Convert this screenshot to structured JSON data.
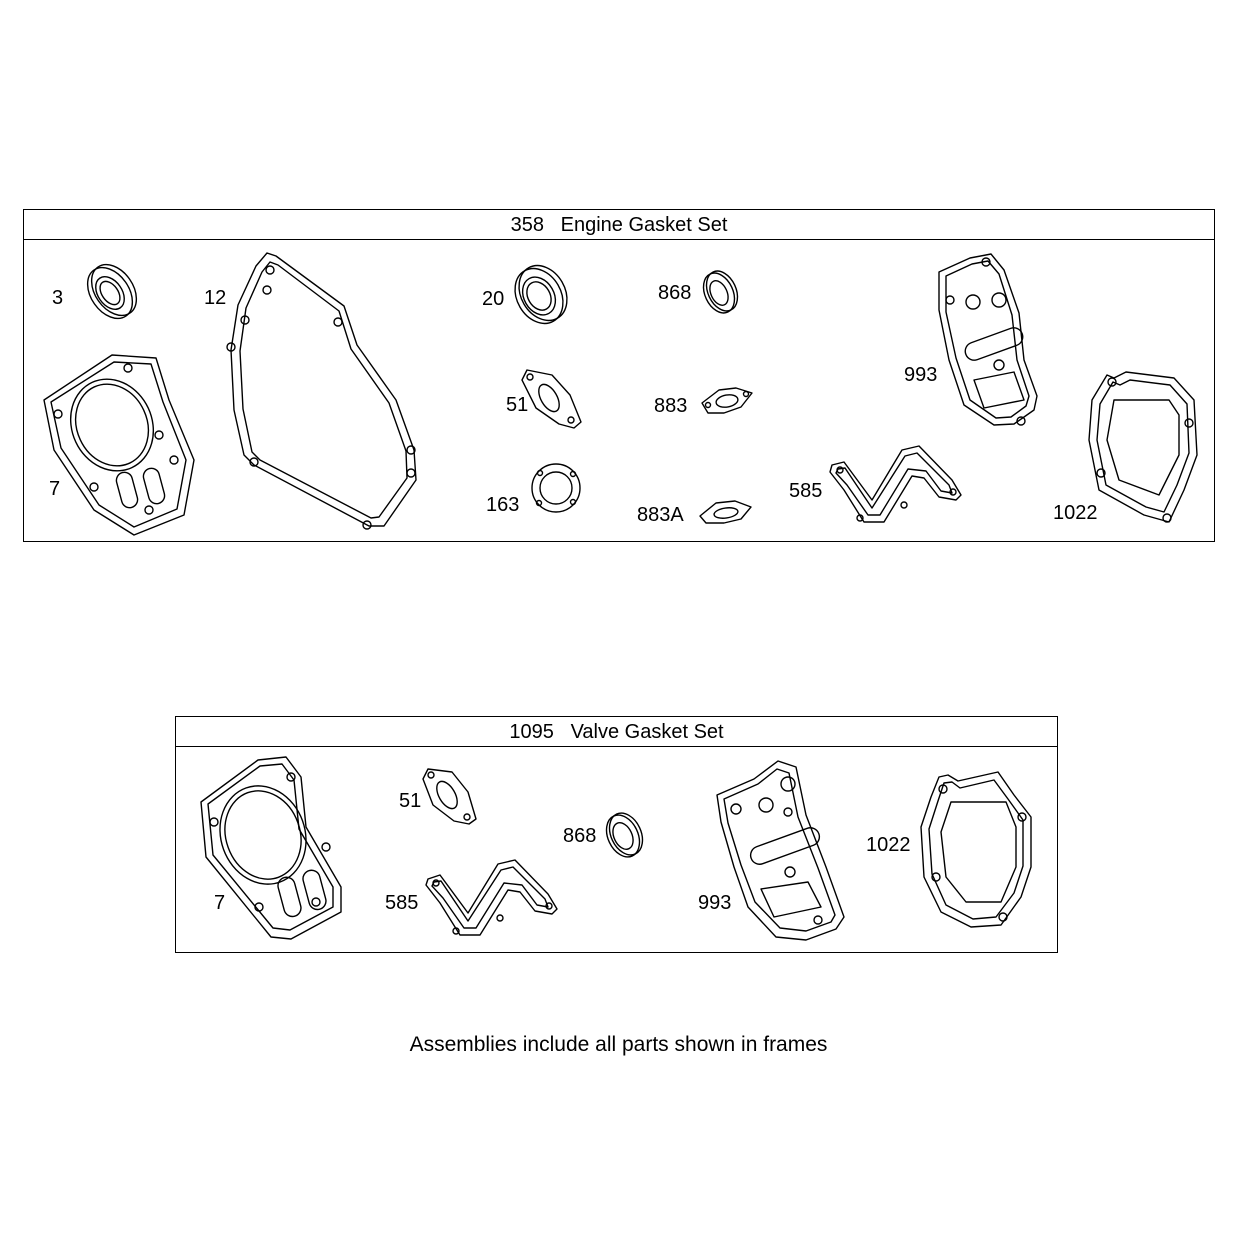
{
  "engine_gasket_set": {
    "number": "358",
    "name": "Engine Gasket Set",
    "parts": {
      "p3": "3",
      "p12": "12",
      "p20": "20",
      "p868": "868",
      "p993": "993",
      "p51": "51",
      "p883": "883",
      "p7": "7",
      "p163": "163",
      "p883a": "883A",
      "p585": "585",
      "p1022": "1022"
    }
  },
  "valve_gasket_set": {
    "number": "1095",
    "name": "Valve Gasket Set",
    "parts": {
      "p51": "51",
      "p868": "868",
      "p1022": "1022",
      "p7": "7",
      "p585": "585",
      "p993": "993"
    }
  },
  "footer": {
    "note": "Assemblies include all parts shown in frames"
  }
}
